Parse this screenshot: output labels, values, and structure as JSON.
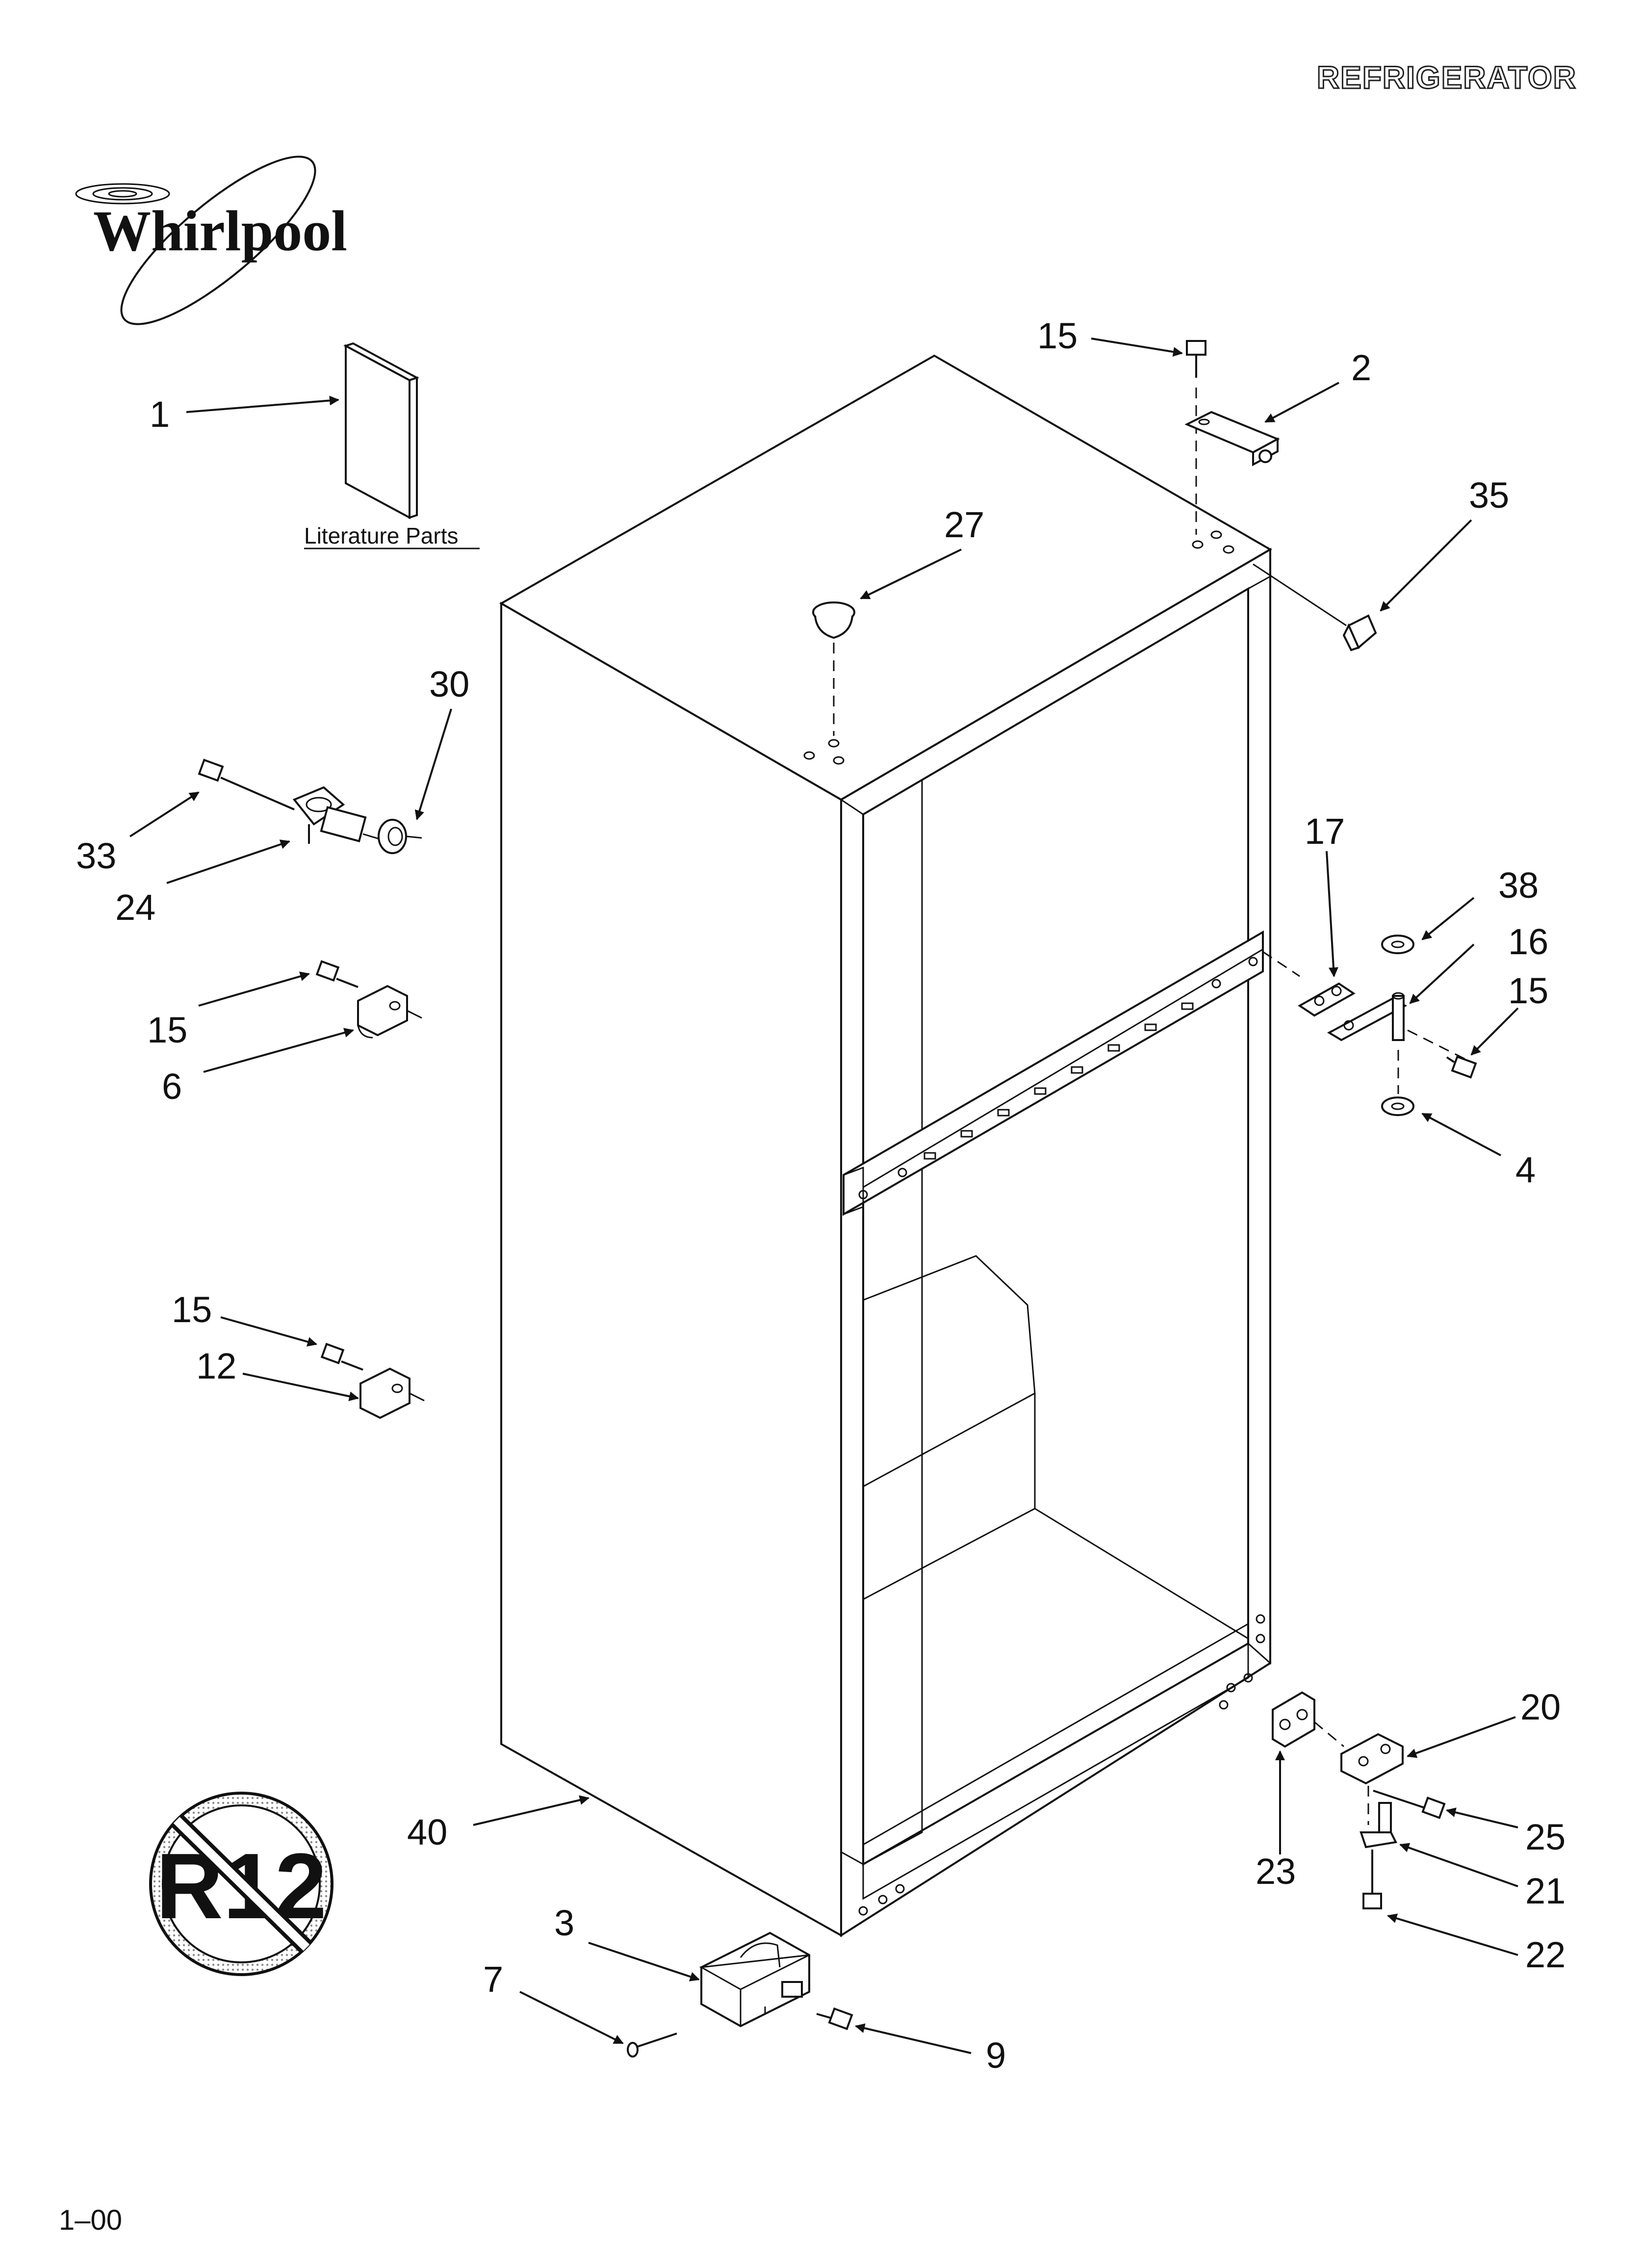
{
  "header": {
    "title": "REFRIGERATOR"
  },
  "brand": {
    "name": "Whirlpool"
  },
  "literature": {
    "label": "Literature Parts"
  },
  "badge": {
    "text": "R12"
  },
  "footer": {
    "code": "1–00"
  },
  "callouts": {
    "c1": "1",
    "c15a": "15",
    "c2": "2",
    "c35": "35",
    "c27": "27",
    "c30": "30",
    "c33": "33",
    "c24": "24",
    "c15b": "15",
    "c6": "6",
    "c17": "17",
    "c38": "38",
    "c16": "16",
    "c15c": "15",
    "c4": "4",
    "c15d": "15",
    "c12": "12",
    "c20": "20",
    "c23": "23",
    "c25": "25",
    "c21": "21",
    "c40": "40",
    "c3": "3",
    "c22": "22",
    "c7": "7",
    "c9": "9"
  }
}
